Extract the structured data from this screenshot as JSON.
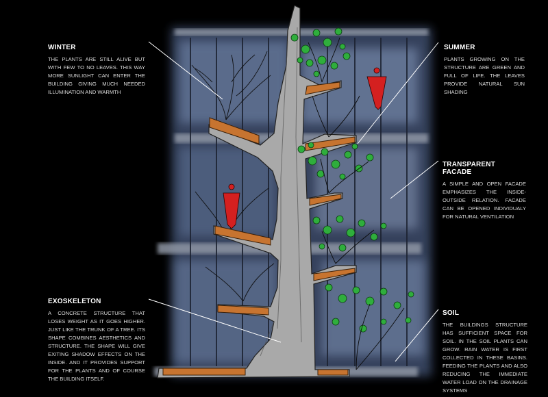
{
  "annotations": {
    "winter": {
      "title": "WINTER",
      "text": "THE PLANTS ARE STILL ALIVE BUT WITH FEW TO NO LEAVES. THIS WAY MORE SUNLIGHT CAN ENTER THE BUILDING GIVING MUCH NEEDED ILLUMINATION AND WARMTH"
    },
    "summer": {
      "title": "SUMMER",
      "text": "PLANTS GROWING ON THE STRUCTURE ARE GREEN AND FULL OF LIFE. THE LEAVES PROVIDE NATURAL SUN SHADING"
    },
    "facade": {
      "title": "TRANSPARENT FACADE",
      "text": "A SIMPLE AND OPEN FACADE EMPHASIZES THE INSIDE-OUTSIDE RELATION. FACADE CAN BE OPENED INDIVIDUALY FOR NATURAL VENTILATION"
    },
    "exoskeleton": {
      "title": "EXOSKELETON",
      "text": "A CONCRETE STRUCTURE THAT LOSES WEIGHT AS IT GOES HIGHER. JUST LIKE THE TRUNK OF A TREE. ITS SHAPE COMBINES AESTHETICS AND STRUCTURE. THE SHAPE WILL GIVE EXITING SHADOW EFFECTS ON THE INSIDE. AND IT PROVIDES SUPPORT FOR THE PLANTS AND OF COURSE THE BUILDING ITSELF."
    },
    "soil": {
      "title": "SOIL",
      "text": "THE BUILDINGS STRUCTURE HAS SUFFICIENT SPACE FOR SOIL. IN THE SOIL PLANTS CAN GROW. RAIN WATER IS FIRST COLLECTED IN THESE BASINS. FEEDING THE PLANTS AND ALSO REDUCING THE IMMEDIATE WATER LOAD ON THE DRAINAGE SYSTEMS"
    }
  },
  "colors": {
    "background": "#000000",
    "facade_glass": "#4a5a78",
    "structure": "#a8a8a8",
    "soil": "#c8742e",
    "foliage": "#3fbf4a",
    "figure": "#d42020"
  }
}
